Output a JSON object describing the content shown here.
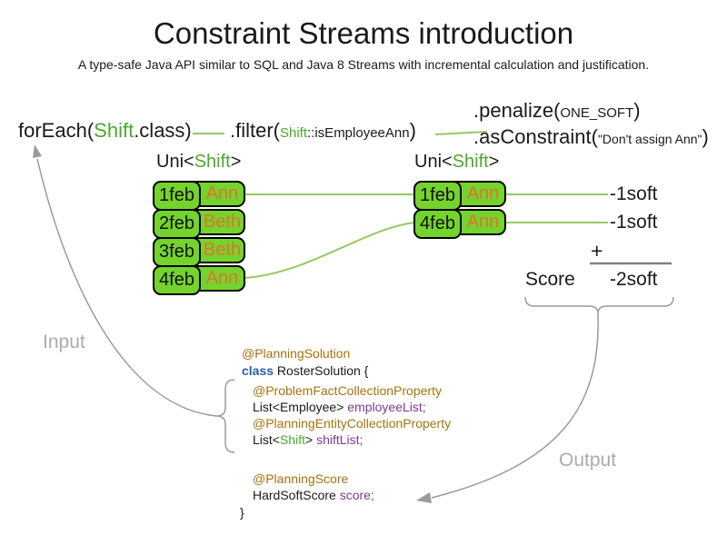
{
  "title": "Constraint Streams introduction",
  "subtitle": "A type-safe Java API similar to SQL and Java 8 Streams with incremental calculation and justification.",
  "pipeline": {
    "foreach": {
      "pre": "forEach(",
      "arg": "Shift",
      "post": ".class)"
    },
    "filter": {
      "pre": ".filter(",
      "arg_type": "Shift",
      "arg_rest": "::isEmployeeAnn",
      "post": ")"
    },
    "penalize": {
      "pre": ".penalize(",
      "arg": "ONE_SOFT",
      "post": ")"
    },
    "as_constraint": {
      "pre": ".asConstraint(",
      "arg": "\"Don't assign Ann\"",
      "post": ")"
    }
  },
  "left_table": {
    "type_label": {
      "pre": "Uni<",
      "type": "Shift",
      "post": ">"
    },
    "rows": [
      {
        "date": "1feb",
        "name": "Ann"
      },
      {
        "date": "2feb",
        "name": "Beth"
      },
      {
        "date": "3feb",
        "name": "Beth"
      },
      {
        "date": "4feb",
        "name": "Ann"
      }
    ]
  },
  "right_table": {
    "type_label": {
      "pre": "Uni<",
      "type": "Shift",
      "post": ">"
    },
    "rows": [
      {
        "date": "1feb",
        "name": "Ann"
      },
      {
        "date": "4feb",
        "name": "Ann"
      }
    ]
  },
  "penalties": [
    "-1soft",
    "-1soft"
  ],
  "score_summary": {
    "plus": "+",
    "label": "Score",
    "total": "-2soft"
  },
  "flow_labels": {
    "input": "Input",
    "output": "Output"
  },
  "code": {
    "line1": "@PlanningSolution",
    "line2_kw": "class",
    "line2_rest": " RosterSolution {",
    "line3": "@ProblemFactCollectionProperty",
    "line4_plain": "List<Employee> ",
    "line4_field": "employeeList;",
    "line5": "@PlanningEntityCollectionProperty",
    "line6_pre": "List<",
    "line6_type": "Shift",
    "line6_mid": "> ",
    "line6_field": "shiftList;",
    "line7": "@PlanningScore",
    "line8_plain": "HardSoftScore ",
    "line8_field": "score;",
    "line9": "}"
  },
  "colors": {
    "green_fill": "#74d32c",
    "green_text": "#4ea72e",
    "green_line": "#97c966",
    "orange_text": "#e0742c",
    "annotation_brown": "#a6720e",
    "keyword_blue": "#2a5da8",
    "field_purple": "#7c3a96",
    "gray_arrow": "#9b9b9b",
    "gray_label": "#ababab",
    "score_gray": "#808080",
    "text_black": "#1a1a1a"
  }
}
